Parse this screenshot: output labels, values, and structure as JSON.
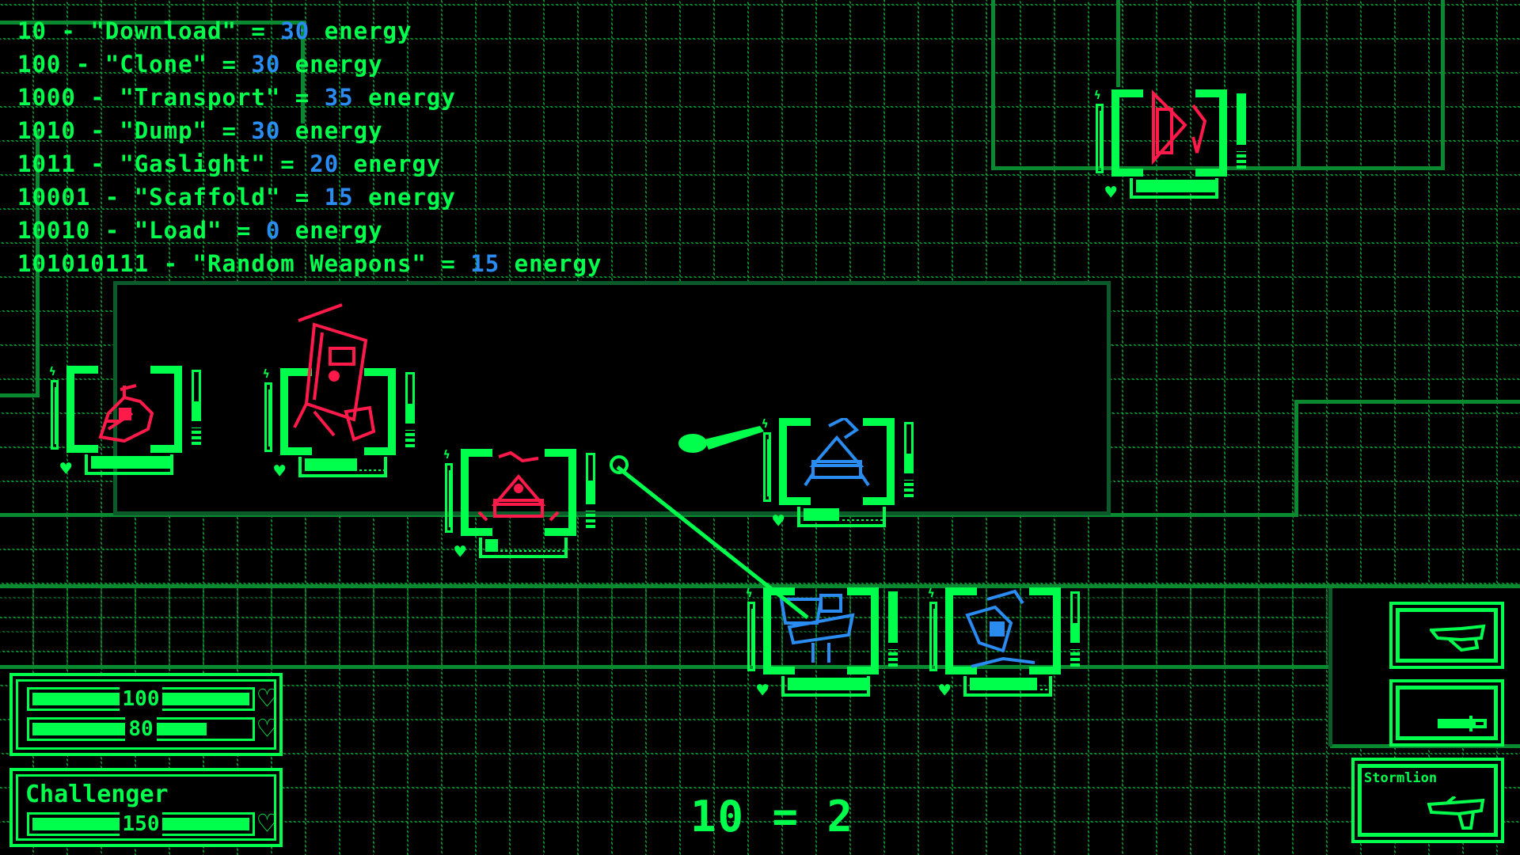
{
  "commands": [
    {
      "code": "10",
      "name": "\"Download\"",
      "cost": "30",
      "unit": "energy"
    },
    {
      "code": "100",
      "name": "\"Clone\"",
      "cost": "30",
      "unit": "energy"
    },
    {
      "code": "1000",
      "name": "\"Transport\"",
      "cost": "35",
      "unit": "energy"
    },
    {
      "code": "1010",
      "name": "\"Dump\"",
      "cost": "30",
      "unit": "energy"
    },
    {
      "code": "1011",
      "name": "\"Gaslight\"",
      "cost": "20",
      "unit": "energy"
    },
    {
      "code": "10001",
      "name": "\"Scaffold\"",
      "cost": "15",
      "unit": "energy"
    },
    {
      "code": "10010",
      "name": "\"Load\"",
      "cost": "0",
      "unit": "energy"
    },
    {
      "code": "101010111",
      "name": "\"Random Weapons\"",
      "cost": "15",
      "unit": "energy"
    }
  ],
  "player": {
    "health": {
      "value": "100",
      "max": 100,
      "icon": "heart-icon"
    },
    "energy": {
      "value": "80",
      "max": 100,
      "icon": "broken-heart-icon"
    }
  },
  "opponent": {
    "name": "Challenger",
    "health": {
      "value": "150",
      "icon": "heart-shield-icon"
    }
  },
  "equation": {
    "text": "10 = 2"
  },
  "weapons": [
    {
      "name": "",
      "icon": "blaster-icon"
    },
    {
      "name": "",
      "icon": "sword-icon"
    },
    {
      "name": "Stormlion",
      "icon": "stormlion-gun-icon"
    }
  ],
  "units": [
    {
      "team": "enemy",
      "color": "#ff1a4a",
      "hp_pct": 100,
      "energy_pct": 30
    },
    {
      "team": "enemy",
      "color": "#ff1a4a",
      "hp_pct": 65,
      "energy_pct": 30
    },
    {
      "team": "enemy",
      "color": "#ff1a4a",
      "hp_pct": 15,
      "energy_pct": 40
    },
    {
      "team": "enemy",
      "color": "#ff1a4a",
      "hp_pct": 100,
      "energy_pct": 100
    },
    {
      "team": "ally",
      "color": "#2a8cf0",
      "hp_pct": 45,
      "energy_pct": 40
    },
    {
      "team": "ally",
      "color": "#2a8cf0",
      "hp_pct": 100,
      "energy_pct": 100
    },
    {
      "team": "ally",
      "color": "#2a8cf0",
      "hp_pct": 85,
      "energy_pct": 30
    }
  ],
  "colors": {
    "primary": "#00ff4c",
    "enemy": "#ff1a4a",
    "ally": "#2a8cf0",
    "grid": "#0a8a30",
    "grid_dim": "#0b5a2a"
  }
}
